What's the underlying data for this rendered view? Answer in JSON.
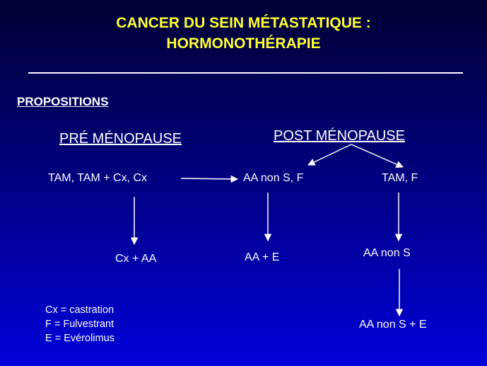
{
  "title": {
    "line1": "CANCER DU SEIN MÉTASTATIQUE :",
    "line2": "HORMONOTHÉRAPIE"
  },
  "section_heading": "PROPOSITIONS",
  "columns": {
    "pre": "PRÉ MÉNOPAUSE",
    "post": "POST MÉNOPAUSE"
  },
  "nodes": {
    "pre_first": "TAM, TAM + Cx, Cx",
    "post_a_first": "AA non S, F",
    "post_b_first": "TAM, F",
    "pre_second": "Cx + AA",
    "post_a_second": "AA + E",
    "post_b_second": "AA non S",
    "post_b_third": "AA non S + E"
  },
  "legend": [
    "Cx = castration",
    "F = Fulvestrant",
    "E = Evérolimus"
  ],
  "colors": {
    "title": "#ffff33",
    "text": "#ffffff",
    "background_top": "#000033",
    "background_bottom": "#0000d8"
  }
}
